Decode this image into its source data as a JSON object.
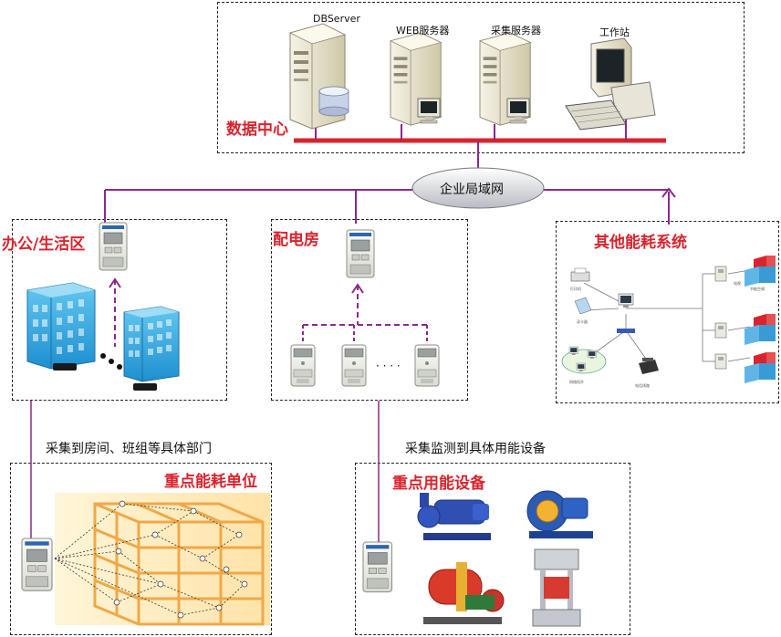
{
  "data_center": {
    "title": "数据中心",
    "servers": [
      {
        "label": "DBServer"
      },
      {
        "label": "WEB服务器"
      },
      {
        "label": "采集服务器"
      },
      {
        "label": "工作站"
      }
    ]
  },
  "network": {
    "label": "企业局域网"
  },
  "office": {
    "title": "办公/生活区"
  },
  "power_room": {
    "title": "配电房",
    "ellipsis": "· · · ·"
  },
  "other_systems": {
    "title": "其他能耗系统",
    "mini_labels": [
      "打印机",
      "读卡器",
      "电视",
      "节能空调",
      "网络拓扑",
      "电话线路"
    ]
  },
  "key_units": {
    "title": "重点能耗单位",
    "caption": "采集到房间、班组等具体部门"
  },
  "key_equipment": {
    "title": "重点用能设备",
    "caption": "采集监测到具体用能设备"
  },
  "colors": {
    "bus_red": "#d9232d",
    "link_purple": "#8b2a8b",
    "title_red": "#d9232d"
  }
}
